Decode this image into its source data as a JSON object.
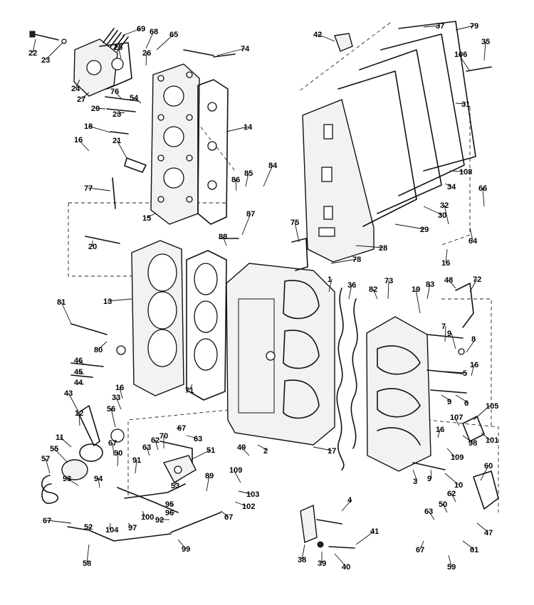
{
  "diagram": {
    "kind": "exploded parts diagram",
    "callouts": [
      {
        "id": "c1",
        "label": "1"
      },
      {
        "id": "c2",
        "label": "2"
      },
      {
        "id": "c3",
        "label": "3"
      },
      {
        "id": "c4",
        "label": "4"
      },
      {
        "id": "c5",
        "label": "5"
      },
      {
        "id": "c6",
        "label": "6"
      },
      {
        "id": "c7",
        "label": "7"
      },
      {
        "id": "c8",
        "label": "8"
      },
      {
        "id": "c9a",
        "label": "9"
      },
      {
        "id": "c9b",
        "label": "9"
      },
      {
        "id": "c9c",
        "label": "9"
      },
      {
        "id": "c10",
        "label": "10"
      },
      {
        "id": "c11",
        "label": "11"
      },
      {
        "id": "c12",
        "label": "12"
      },
      {
        "id": "c13",
        "label": "13"
      },
      {
        "id": "c14",
        "label": "14"
      },
      {
        "id": "c15",
        "label": "15"
      },
      {
        "id": "c16a",
        "label": "16"
      },
      {
        "id": "c16b",
        "label": "16"
      },
      {
        "id": "c16c",
        "label": "16"
      },
      {
        "id": "c16d",
        "label": "16"
      },
      {
        "id": "c16e",
        "label": "16"
      },
      {
        "id": "c17",
        "label": "17"
      },
      {
        "id": "c18",
        "label": "18"
      },
      {
        "id": "c19",
        "label": "19"
      },
      {
        "id": "c20a",
        "label": "20"
      },
      {
        "id": "c20b",
        "label": "20"
      },
      {
        "id": "c21",
        "label": "21"
      },
      {
        "id": "c22",
        "label": "22"
      },
      {
        "id": "c23a",
        "label": "23"
      },
      {
        "id": "c23b",
        "label": "23"
      },
      {
        "id": "c24",
        "label": "24"
      },
      {
        "id": "c25",
        "label": "25"
      },
      {
        "id": "c26",
        "label": "26"
      },
      {
        "id": "c27",
        "label": "27"
      },
      {
        "id": "c28",
        "label": "28"
      },
      {
        "id": "c29",
        "label": "29"
      },
      {
        "id": "c30",
        "label": "30"
      },
      {
        "id": "c31",
        "label": "31"
      },
      {
        "id": "c32",
        "label": "32"
      },
      {
        "id": "c33",
        "label": "33"
      },
      {
        "id": "c34",
        "label": "34"
      },
      {
        "id": "c35",
        "label": "35"
      },
      {
        "id": "c36",
        "label": "36"
      },
      {
        "id": "c37",
        "label": "37"
      },
      {
        "id": "c38",
        "label": "38"
      },
      {
        "id": "c39",
        "label": "39"
      },
      {
        "id": "c40",
        "label": "40"
      },
      {
        "id": "c41",
        "label": "41"
      },
      {
        "id": "c42",
        "label": "42"
      },
      {
        "id": "c43",
        "label": "43"
      },
      {
        "id": "c44",
        "label": "44"
      },
      {
        "id": "c45",
        "label": "45"
      },
      {
        "id": "c46",
        "label": "46"
      },
      {
        "id": "c47",
        "label": "47"
      },
      {
        "id": "c48",
        "label": "48"
      },
      {
        "id": "c49",
        "label": "49"
      },
      {
        "id": "c50",
        "label": "50"
      },
      {
        "id": "c51",
        "label": "51"
      },
      {
        "id": "c52",
        "label": "52"
      },
      {
        "id": "c53",
        "label": "53"
      },
      {
        "id": "c54",
        "label": "54"
      },
      {
        "id": "c55",
        "label": "55"
      },
      {
        "id": "c56",
        "label": "56"
      },
      {
        "id": "c57",
        "label": "57"
      },
      {
        "id": "c58",
        "label": "58"
      },
      {
        "id": "c59",
        "label": "59"
      },
      {
        "id": "c60",
        "label": "60"
      },
      {
        "id": "c61",
        "label": "61"
      },
      {
        "id": "c62a",
        "label": "62"
      },
      {
        "id": "c62b",
        "label": "62"
      },
      {
        "id": "c63a",
        "label": "63"
      },
      {
        "id": "c63b",
        "label": "63"
      },
      {
        "id": "c63c",
        "label": "63"
      },
      {
        "id": "c64",
        "label": "64"
      },
      {
        "id": "c65",
        "label": "65"
      },
      {
        "id": "c66",
        "label": "66"
      },
      {
        "id": "c67a",
        "label": "67"
      },
      {
        "id": "c67b",
        "label": "67"
      },
      {
        "id": "c67c",
        "label": "67"
      },
      {
        "id": "c67d",
        "label": "67"
      },
      {
        "id": "c67e",
        "label": "67"
      },
      {
        "id": "c68",
        "label": "68"
      },
      {
        "id": "c69",
        "label": "69"
      },
      {
        "id": "c70",
        "label": "70"
      },
      {
        "id": "c71",
        "label": "71"
      },
      {
        "id": "c72",
        "label": "72"
      },
      {
        "id": "c73",
        "label": "73"
      },
      {
        "id": "c74",
        "label": "74"
      },
      {
        "id": "c75",
        "label": "75"
      },
      {
        "id": "c76",
        "label": "76"
      },
      {
        "id": "c77",
        "label": "77"
      },
      {
        "id": "c78",
        "label": "78"
      },
      {
        "id": "c79",
        "label": "79"
      },
      {
        "id": "c80",
        "label": "80"
      },
      {
        "id": "c81",
        "label": "81"
      },
      {
        "id": "c82",
        "label": "82"
      },
      {
        "id": "c83",
        "label": "83"
      },
      {
        "id": "c84",
        "label": "84"
      },
      {
        "id": "c85",
        "label": "85"
      },
      {
        "id": "c86",
        "label": "86"
      },
      {
        "id": "c87",
        "label": "87"
      },
      {
        "id": "c88",
        "label": "88"
      },
      {
        "id": "c89",
        "label": "89"
      },
      {
        "id": "c90",
        "label": "90"
      },
      {
        "id": "c91",
        "label": "91"
      },
      {
        "id": "c92",
        "label": "92"
      },
      {
        "id": "c93",
        "label": "93"
      },
      {
        "id": "c94",
        "label": "94"
      },
      {
        "id": "c95",
        "label": "95"
      },
      {
        "id": "c96",
        "label": "96"
      },
      {
        "id": "c97",
        "label": "97"
      },
      {
        "id": "c98",
        "label": "98"
      },
      {
        "id": "c99",
        "label": "99"
      },
      {
        "id": "c100",
        "label": "100"
      },
      {
        "id": "c101",
        "label": "101"
      },
      {
        "id": "c102",
        "label": "102"
      },
      {
        "id": "c103",
        "label": "103"
      },
      {
        "id": "c104",
        "label": "104"
      },
      {
        "id": "c105",
        "label": "105"
      },
      {
        "id": "c106",
        "label": "106"
      },
      {
        "id": "c107",
        "label": "107"
      },
      {
        "id": "c108",
        "label": "108"
      },
      {
        "id": "c109a",
        "label": "109"
      },
      {
        "id": "c109b",
        "label": "109"
      }
    ]
  }
}
